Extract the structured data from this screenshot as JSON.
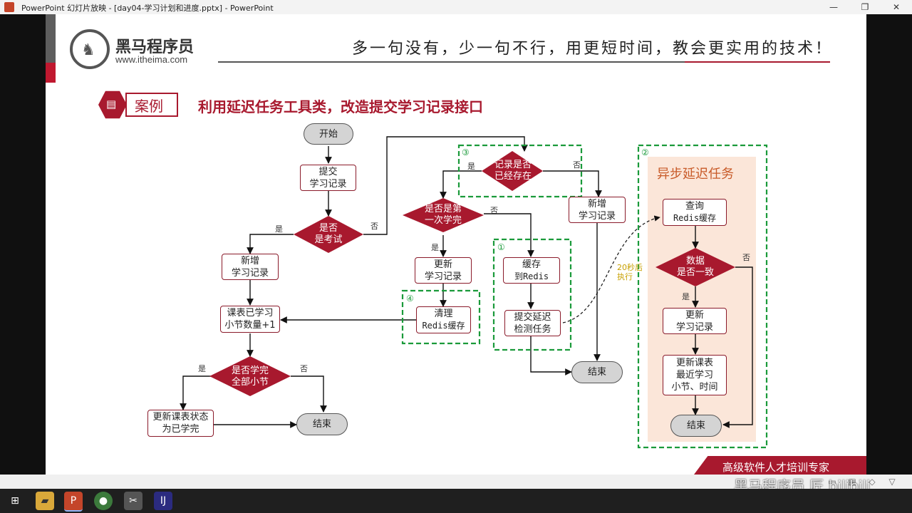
{
  "window": {
    "app_name": "PowerPoint 幻灯片放映",
    "title": "PowerPoint 幻灯片放映 - [day04-学习计划和进度.pptx] - PowerPoint",
    "minimize_icon": "minimize-icon",
    "maximize_icon": "restore-icon",
    "close_icon": "close-icon"
  },
  "slide": {
    "logo_name": "黑马程序员",
    "logo_url": "www.itheima.com",
    "slogan": "多一句没有，少一句不行，用更短时间，教会更实用的技术！",
    "case_label": "案例",
    "case_title": "利用延迟任务工具类，改造提交学习记录接口",
    "banner_text": "高级软件人才培训专家",
    "async_title": "异步延迟任务",
    "delay_label_line1": "20秒后",
    "delay_label_line2": "执行"
  },
  "flow": {
    "start": "开始",
    "submit_l1": "提交",
    "submit_l2": "学习记录",
    "is_exam_l1": "是否",
    "is_exam_l2": "是考试",
    "add_record_l1": "新增",
    "add_record_l2": "学习记录",
    "lessons_l1": "课表已学习",
    "lessons_l2": "小节数量+1",
    "all_done_l1": "是否学完",
    "all_done_l2": "全部小节",
    "update_status_l1": "更新课表状态",
    "update_status_l2": "为已学完",
    "end": "结束",
    "rec_exists_l1": "记录是否",
    "rec_exists_l2": "已经存在",
    "first_done_l1": "是否是第",
    "first_done_l2": "一次学完",
    "update_record_l1": "更新",
    "update_record_l2": "学习记录",
    "clear_l1": "清理",
    "clear_l2": "Redis缓存",
    "cache_l1": "缓存",
    "cache_l2": "到Redis",
    "submit_delay_l1": "提交延迟",
    "submit_delay_l2": "检测任务",
    "new_record_l1": "新增",
    "new_record_l2": "学习记录",
    "query_l1": "查询",
    "query_l2": "Redis缓存",
    "consistent_l1": "数据",
    "consistent_l2": "是否一致",
    "a_update_l1": "更新",
    "a_update_l2": "学习记录",
    "a_lesson_l1": "更新课表",
    "a_lesson_l2": "最近学习",
    "a_lesson_l3": "小节、时间",
    "yes": "是",
    "no": "否",
    "n1": "①",
    "n2": "②",
    "n3": "③",
    "n4": "④"
  },
  "watermark": "黑马程序员 匠 bilibili",
  "taskbar": {
    "items": [
      "windows-start-icon",
      "file-explorer-icon",
      "powerpoint-icon",
      "chrome-icon",
      "snipping-tool-icon",
      "intellij-idea-icon"
    ]
  },
  "colors": {
    "brand_red": "#a8192e",
    "dashed_green": "#1a9a3a",
    "async_bg": "#fbe6d9",
    "async_title": "#c85a28"
  }
}
